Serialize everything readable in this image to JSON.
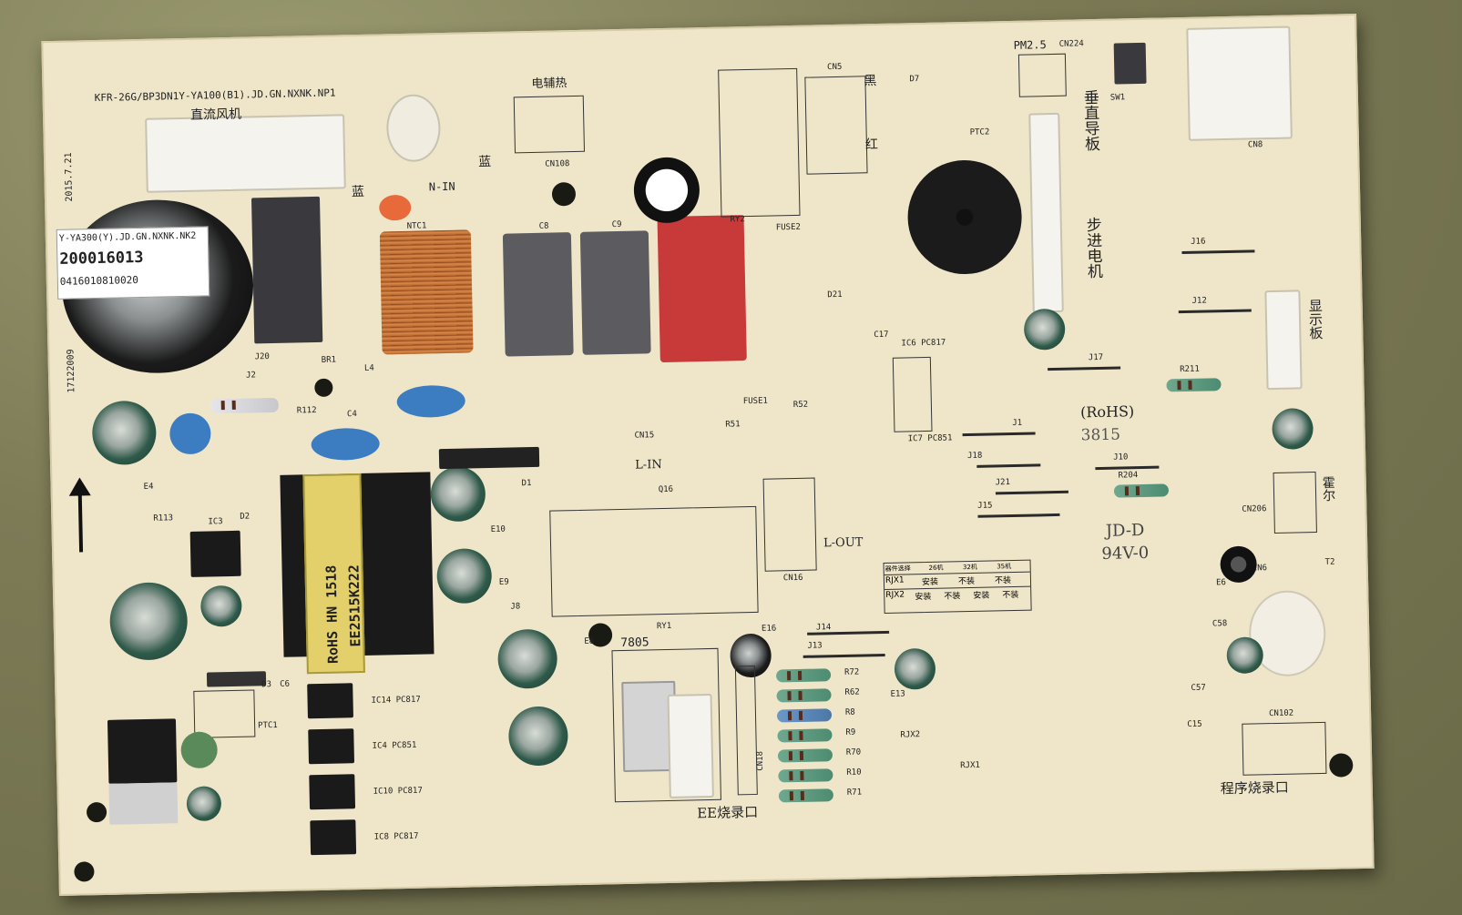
{
  "board": {
    "model_text": "KFR-26G/BP3DN1Y-YA100(B1).JD.GN.NXNK.NP1",
    "date_text": "2015.7.21",
    "side_text": "17122009"
  },
  "sticker": {
    "line1": "Y-YA300(Y).JD.GN.NXNK.NK2",
    "line2": "200016013",
    "line3": "0416010810020"
  },
  "silkscreen": {
    "dc_fan": "直流风机",
    "blue_left": "蓝",
    "blue_right": "蓝",
    "aux_heat": "电辅热",
    "black": "黑",
    "red": "红",
    "pm25": "PM2.5",
    "cn224": "CN224",
    "vertical_guide": "垂直导板",
    "stepper": "步进电机",
    "display_board": "显示板",
    "hall": "霍尔",
    "n_in": "N-IN",
    "l_in": "L-IN",
    "l_out": "L-OUT",
    "rohs": "(RoHS)",
    "code_3815": "3815",
    "jd_d": "JD-D",
    "v0": "94V-0",
    "ee_burn": "EE烧录口",
    "prog_burn": "程序烧录口",
    "v7805": "7805",
    "transformer_lines": [
      "EE2515K222",
      "RoHS HN 1518"
    ],
    "cn108": "CN108",
    "cn5": "CN5",
    "d7": "D7",
    "ptc2": "PTC2",
    "ntc1": "NTC1",
    "ptc1": "PTC1",
    "fuse1": "FUSE1",
    "fuse2": "FUSE2",
    "r51": "R51",
    "r52": "R52",
    "cn15": "CN15",
    "cn16": "CN16",
    "q16": "Q16",
    "ic6": "IC6 PC817",
    "ic7": "IC7 PC851",
    "ic14": "IC14 PC817",
    "ic4": "IC4 PC851",
    "ic10": "IC10 PC817",
    "ic8": "IC8 PC817",
    "ic3": "IC3",
    "br1": "BR1",
    "l4": "L4",
    "c4": "C4",
    "c8": "C8",
    "c9": "C9",
    "r112": "R112",
    "r113": "R113",
    "r211": "R211",
    "r204": "R204",
    "j16": "J16",
    "j12": "J12",
    "j17": "J17",
    "j1": "J1",
    "j10": "J10",
    "j18": "J18",
    "j21": "J21",
    "j15": "J15",
    "j14": "J14",
    "j13": "J13",
    "r72": "R72",
    "r62": "R62",
    "r8": "R8",
    "r9": "R9",
    "r70": "R70",
    "r10": "R10",
    "r71": "R71",
    "cn18": "CN18",
    "rjx1": "RJX1",
    "rjx2": "RJX2",
    "cn206": "CN206",
    "cn6": "CN6",
    "t2": "T2",
    "cn102": "CN102",
    "cn8": "CN8",
    "sw1": "SW1",
    "e6": "E6",
    "c58": "C58",
    "c57": "C57",
    "c15": "C15",
    "e16": "E16",
    "e13": "E13",
    "e8": "E8",
    "e10": "E10",
    "e9": "E9",
    "e4": "E4",
    "d1": "D1",
    "d2": "D2",
    "d3": "D3",
    "c6": "C6",
    "ry1": "RY1",
    "ry2": "RY2",
    "c17": "C17",
    "j20": "J20",
    "j2": "J2",
    "j8": "J8",
    "d21": "D21"
  },
  "option_table": {
    "headers": [
      "器件选择",
      "26机",
      "32机",
      "35机"
    ],
    "rows": [
      [
        "RJX1",
        "安装",
        "不装",
        "不装"
      ],
      [
        "RJX2",
        "安装",
        "不装",
        "安装",
        "不装"
      ]
    ]
  },
  "colors": {
    "pcb": "#efe6c9",
    "relay_red": "#c8393a",
    "relay_gray": "#5b5b60",
    "cap_green": "#2f5a4a"
  }
}
